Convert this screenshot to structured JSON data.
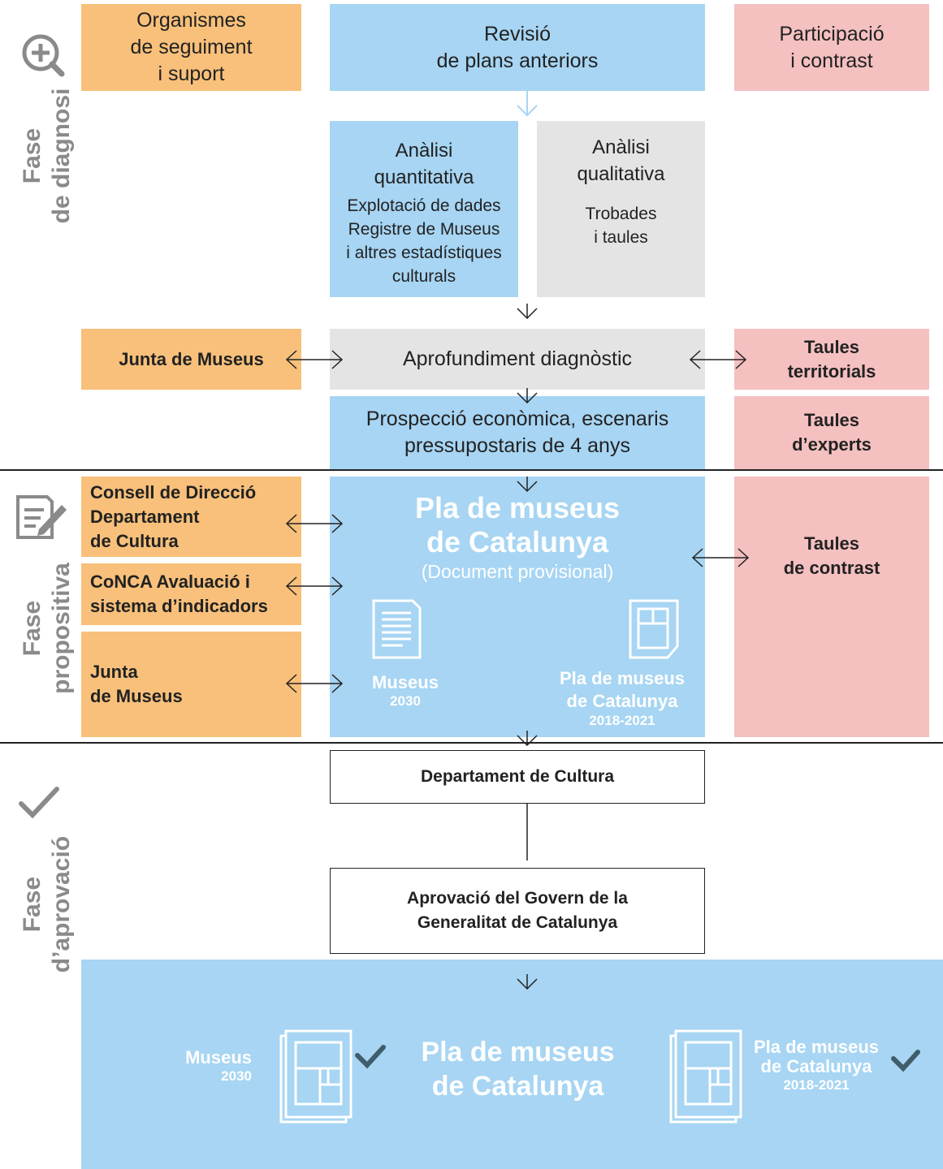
{
  "phases": {
    "diagnosi": {
      "line1": "Fase",
      "line2": "de diagnosi"
    },
    "propositiva": {
      "line1": "Fase",
      "line2": "propositiva"
    },
    "aprovacio": {
      "line1": "Fase",
      "line2": "d’aprovació"
    }
  },
  "top": {
    "organismes": [
      "Organismes",
      "de seguiment",
      "i suport"
    ],
    "revisio": [
      "Revisió",
      "de plans anteriors"
    ],
    "participacio": [
      "Participació",
      "i contrast"
    ]
  },
  "analisi_quant": {
    "title": [
      "Anàlisi",
      "quantitativa"
    ],
    "detail": [
      "Explotació de dades",
      "Registre de Museus",
      "i altres estadístiques",
      "culturals"
    ]
  },
  "analisi_qual": {
    "title": [
      "Anàlisi",
      "qualitativa"
    ],
    "detail": [
      "Trobades",
      "i taules"
    ]
  },
  "junta1": "Junta de Museus",
  "aprofundiment": "Aprofundiment diagnòstic",
  "taules_territorials": [
    "Taules",
    "territorials"
  ],
  "prospeccio": [
    "Prospecció econòmica, escenaris",
    "pressupostaris de 4 anys"
  ],
  "taules_experts": [
    "Taules",
    "d’experts"
  ],
  "consell": [
    "Consell de Direcció",
    "Departament",
    "de Cultura"
  ],
  "conca": [
    "CoNCA Avaluació i",
    "sistema d’indicadors"
  ],
  "junta2": [
    "Junta",
    "de Museus"
  ],
  "pla_provisional": {
    "title": [
      "Pla de museus",
      "de Catalunya"
    ],
    "subtitle": "(Document provisional)",
    "museus_label": [
      "Museus",
      "2030"
    ],
    "pla_label": [
      "Pla de museus",
      "de Catalunya",
      "2018-2021"
    ]
  },
  "taules_contrast": [
    "Taules",
    "de contrast"
  ],
  "departament": "Departament de Cultura",
  "aprovacio_govern": [
    "Aprovació del Govern de la",
    "Generalitat de Catalunya"
  ],
  "pla_final": {
    "title": [
      "Pla de museus",
      "de Catalunya"
    ],
    "museus_label": [
      "Museus",
      "2030"
    ],
    "pla_label": [
      "Pla de museus",
      "de Catalunya",
      "2018-2021"
    ]
  },
  "icons": [
    "magnifier-plus-icon",
    "document-edit-icon",
    "checkmark-icon",
    "document-icon",
    "layout-document-icon",
    "check-icon"
  ],
  "colors": {
    "blue": "#a7d5f3",
    "orange": "#f8c07a",
    "pink": "#f5c0c0",
    "grey": "#e4e4e4",
    "phase_text": "#8a8a8a"
  }
}
